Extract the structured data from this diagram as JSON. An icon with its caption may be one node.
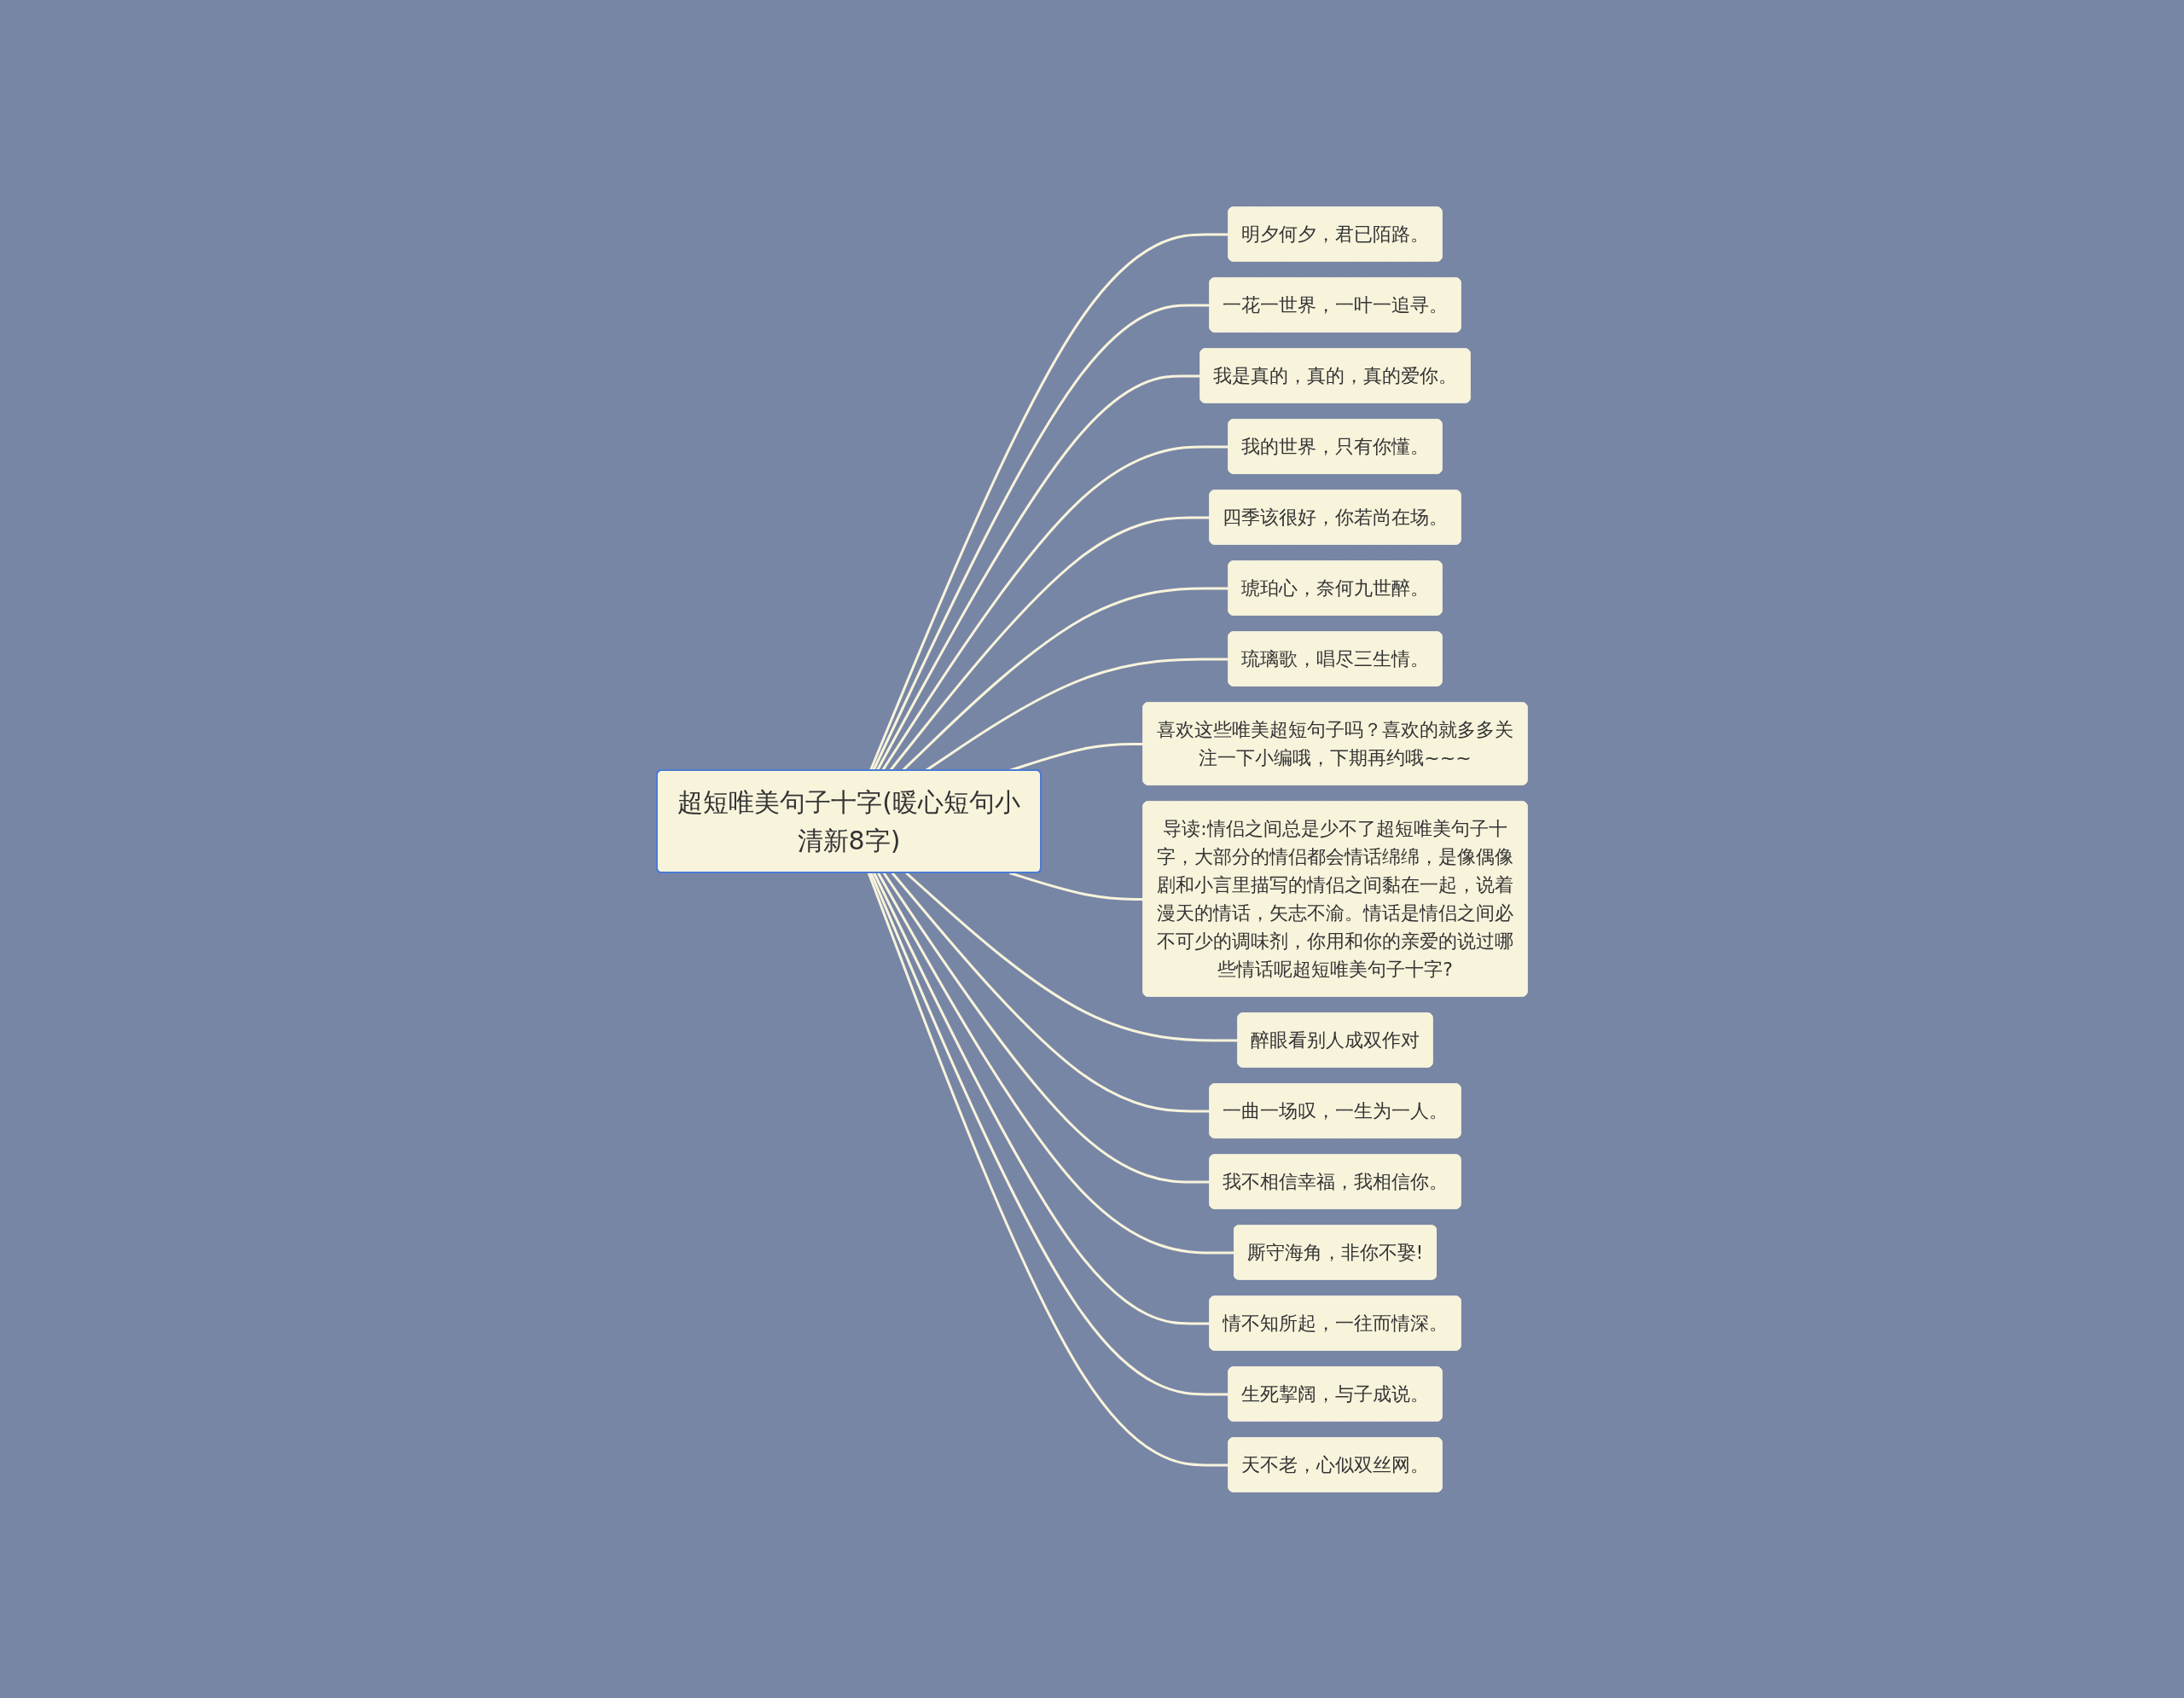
{
  "diagram": {
    "nodes": [
      {
        "text": [
          "超短唯美句子十字(暖心短句小清新8字)"
        ]
      },
      {
        "text": [
          "明夕何夕，君已陌路。"
        ]
      },
      {
        "text": [
          "一花一世界，一叶一追寻。"
        ]
      },
      {
        "text": [
          "我是真的，真的，真的爱你。"
        ]
      },
      {
        "text": [
          "我的世界，只有你懂。"
        ]
      },
      {
        "text": [
          "四季该很好，你若尚在场。"
        ]
      },
      {
        "text": [
          "琥珀心，奈何九世醉。"
        ]
      },
      {
        "text": [
          "琉璃歌，唱尽三生情。"
        ]
      },
      {
        "text": [
          "喜欢这些唯美超短句子吗？喜欢的就多多关注一下小编哦，下期再约哦~~~"
        ]
      },
      {
        "text": [
          "导读:情侣之间总是少不了超短唯美句子十字，大部分的情侣都会情话绵绵，是像偶像剧和小言里描写的情侣之间黏在一起，说着漫天的情话，矢志不渝。情话是情侣之间必不可少的调味剂，你用和你的亲爱的说过哪些情话呢超短唯美句子十字?"
        ]
      },
      {
        "text": [
          "醉眼看别人成双作对"
        ]
      },
      {
        "text": [
          "一曲一场叹，一生为一人。"
        ]
      },
      {
        "text": [
          "我不相信幸福，我相信你。"
        ]
      },
      {
        "text": [
          "厮守海角，非你不娶!"
        ]
      },
      {
        "text": [
          "情不知所起，一往而情深。"
        ]
      },
      {
        "text": [
          "生死挈阔，与子成说。"
        ]
      },
      {
        "text": [
          "天不老，心似双丝网。"
        ]
      }
    ],
    "edges": [
      {
        "from": 0,
        "to": 1,
        "arrow": "none"
      },
      {
        "from": 0,
        "to": 2,
        "arrow": "none"
      },
      {
        "from": 0,
        "to": 3,
        "arrow": "none"
      },
      {
        "from": 0,
        "to": 4,
        "arrow": "none"
      },
      {
        "from": 0,
        "to": 5,
        "arrow": "none"
      },
      {
        "from": 0,
        "to": 6,
        "arrow": "none"
      },
      {
        "from": 0,
        "to": 7,
        "arrow": "none"
      },
      {
        "from": 0,
        "to": 8,
        "arrow": "none"
      },
      {
        "from": 0,
        "to": 9,
        "arrow": "none"
      },
      {
        "from": 0,
        "to": 10,
        "arrow": "none"
      },
      {
        "from": 0,
        "to": 11,
        "arrow": "none"
      },
      {
        "from": 0,
        "to": 12,
        "arrow": "none"
      },
      {
        "from": 0,
        "to": 13,
        "arrow": "none"
      },
      {
        "from": 0,
        "to": 14,
        "arrow": "none"
      },
      {
        "from": 0,
        "to": 15,
        "arrow": "none"
      },
      {
        "from": 0,
        "to": 16,
        "arrow": "none"
      }
    ]
  }
}
